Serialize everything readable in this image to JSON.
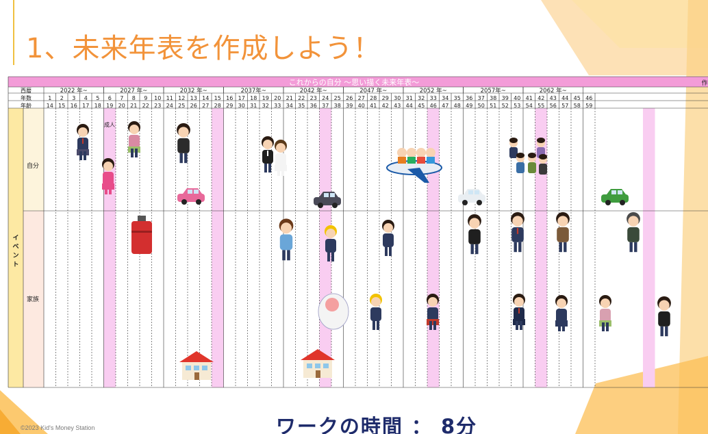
{
  "slide_title": "1、未来年表を作成しよう！",
  "table_title": "これからの自分 ～思い描く未来年表～",
  "table_right_cut": "作",
  "row_labels": {
    "seireki": "西暦",
    "nensu": "年数",
    "nenrei": "年齢"
  },
  "event_label": "イベント",
  "self_label": "自分",
  "family_label": "家族",
  "milestone_note": "成人",
  "year_groups": [
    "2022 年~",
    "2027 年~",
    "2032 年~",
    "2037年~",
    "2042 年~",
    "2047 年~",
    "2052 年~",
    "2057年~",
    "2062 年~"
  ],
  "year_numbers": [
    1,
    2,
    3,
    4,
    5,
    6,
    7,
    8,
    9,
    10,
    11,
    12,
    13,
    14,
    15,
    16,
    17,
    18,
    19,
    20,
    21,
    22,
    23,
    24,
    25,
    26,
    27,
    28,
    29,
    30,
    31,
    32,
    33,
    34,
    35,
    36,
    37,
    38,
    39,
    40,
    41,
    42,
    43,
    44,
    45,
    46
  ],
  "ages": [
    14,
    15,
    16,
    17,
    18,
    19,
    20,
    21,
    22,
    23,
    24,
    25,
    26,
    27,
    28,
    29,
    30,
    31,
    32,
    33,
    34,
    35,
    36,
    37,
    38,
    39,
    40,
    41,
    42,
    43,
    44,
    45,
    46,
    47,
    48,
    49,
    50,
    51,
    52,
    53,
    54,
    55,
    56,
    57,
    58,
    59
  ],
  "highlight_cols": [
    6,
    15,
    24,
    33,
    42,
    51
  ],
  "work_time": "ワークの時間 ： 8分",
  "copyright": "©2023  Kid's Money Station",
  "colors": {
    "title": "#f2933a",
    "header_pink": "#f39cd8",
    "highlight": "#f9cdf1",
    "event_yellow": "#fde9a3",
    "caption": "#1e2b6b"
  },
  "figures": [
    {
      "name": "student-girl-icon",
      "desc": "student girl"
    },
    {
      "name": "kimono-girl-icon",
      "desc": "kimono coming-of-age"
    },
    {
      "name": "suit-woman-icon",
      "desc": "woman with phone"
    },
    {
      "name": "office-woman-icon",
      "desc": "office worker"
    },
    {
      "name": "pink-car-icon",
      "desc": "pink car"
    },
    {
      "name": "wedding-couple-icon",
      "desc": "wedding couple"
    },
    {
      "name": "dark-car-icon",
      "desc": "dark car"
    },
    {
      "name": "family-plane-icon",
      "desc": "family trip"
    },
    {
      "name": "white-car-icon",
      "desc": "white car"
    },
    {
      "name": "family-group-icon",
      "desc": "family group"
    },
    {
      "name": "green-car-icon",
      "desc": "green car"
    },
    {
      "name": "red-suitcase-icon",
      "desc": "suitcase"
    },
    {
      "name": "mother-baby-icon",
      "desc": "mother with baby"
    },
    {
      "name": "kindergarten-boy-icon",
      "desc": "kindergarten boy"
    },
    {
      "name": "schoolboy-icon",
      "desc": "schoolboy"
    },
    {
      "name": "student-boy-icon",
      "desc": "student boy"
    },
    {
      "name": "suit-boy-icon",
      "desc": "boy in suit"
    },
    {
      "name": "grandpa-suit-icon",
      "desc": "man with bag"
    },
    {
      "name": "senior-man-icon",
      "desc": "senior man"
    },
    {
      "name": "newborn-icon",
      "desc": "newborn"
    },
    {
      "name": "kindergarten-girl-icon",
      "desc": "kindergarten girl"
    },
    {
      "name": "schoolgirl-icon",
      "desc": "schoolgirl"
    },
    {
      "name": "highschool-girl-icon",
      "desc": "girl in uniform"
    },
    {
      "name": "student-girl2-icon",
      "desc": "student girl"
    },
    {
      "name": "phone-girl-icon",
      "desc": "girl with phone"
    },
    {
      "name": "office-woman2-icon",
      "desc": "office woman"
    },
    {
      "name": "house-left-icon",
      "desc": "house"
    },
    {
      "name": "house-right-icon",
      "desc": "house"
    }
  ]
}
